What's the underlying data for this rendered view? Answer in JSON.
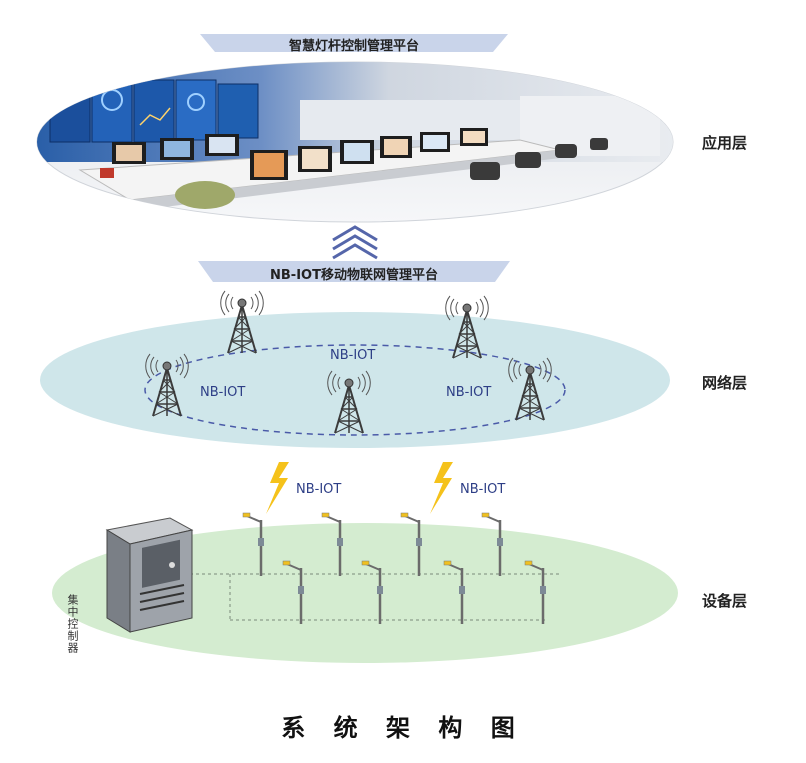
{
  "layers": {
    "application": "应用层",
    "network": "网络层",
    "device": "设备层"
  },
  "banners": {
    "top": "智慧灯杆控制管理平台",
    "middle": "NB-IOT移动物联网管理平台"
  },
  "network_labels": {
    "center_top": "NB-IOT",
    "left": "NB-IOT",
    "right": "NB-IOT",
    "link_left": "NB-IOT",
    "link_right": "NB-IOT"
  },
  "controller_label": "集中控制器",
  "caption": "系 统 架 构 图",
  "colors": {
    "network_ellipse": "#cfe6ea",
    "device_ellipse": "#d4ecd0",
    "banner": "#c9d4ea",
    "arrow": "#5566aa",
    "lightning": "#f5c21b",
    "nb_text": "#2d3e86"
  }
}
